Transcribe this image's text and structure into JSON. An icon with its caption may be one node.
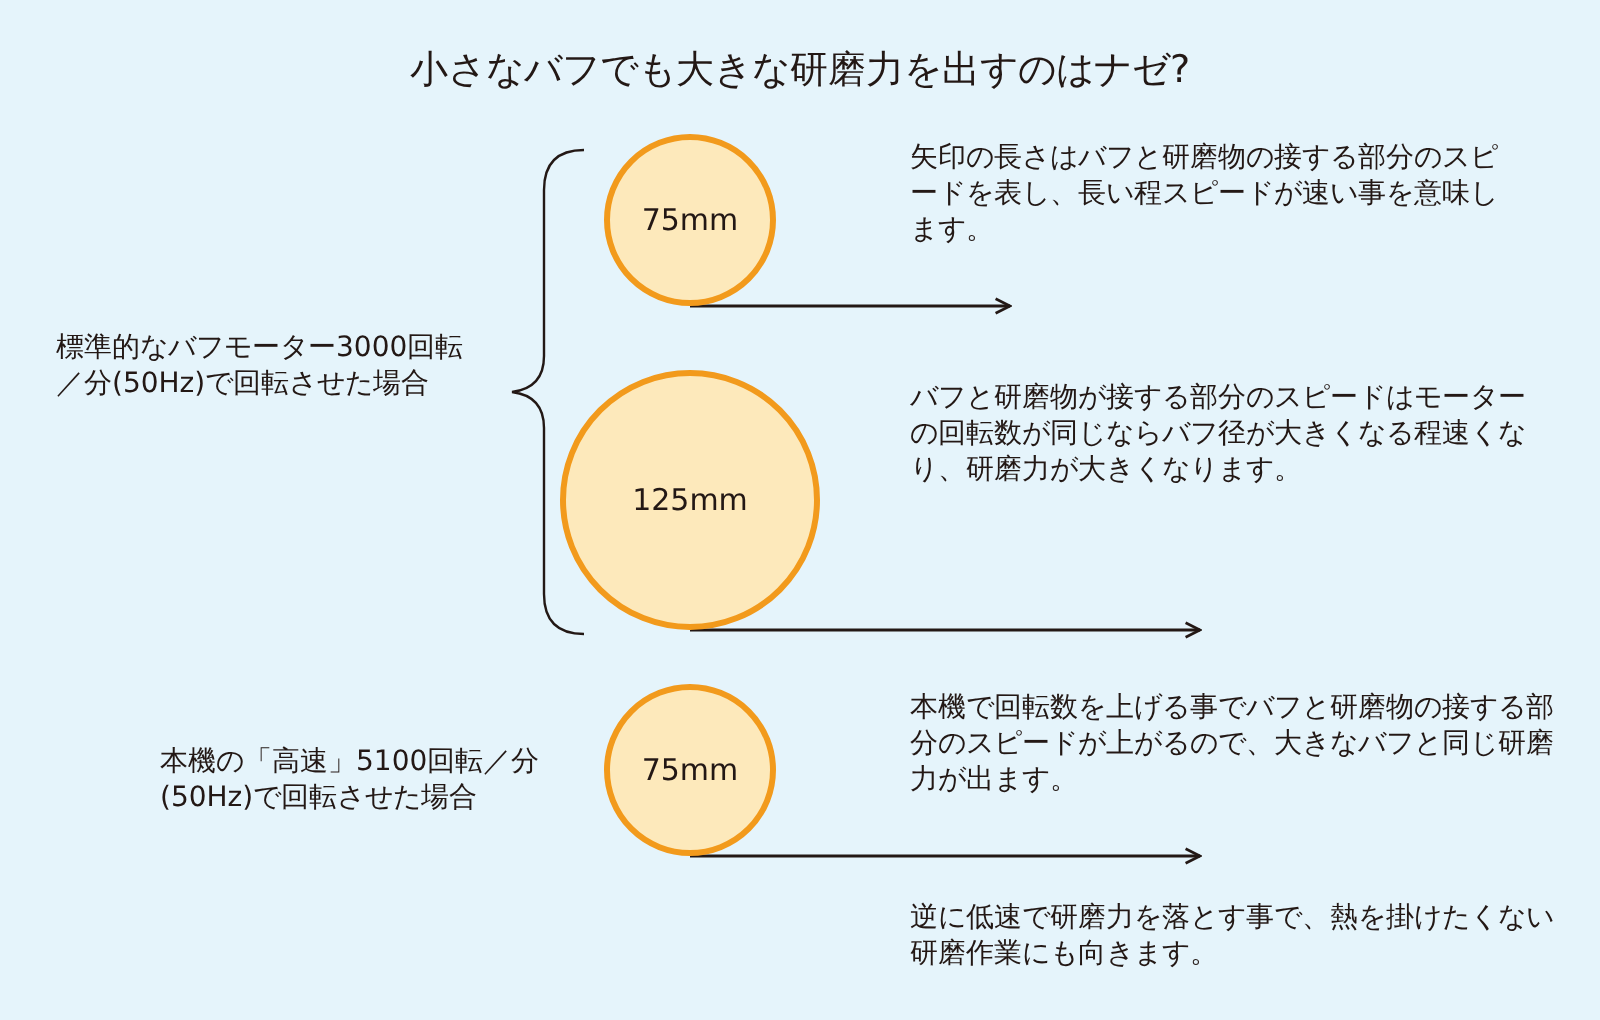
{
  "diagram": {
    "title": "小さなバフでも大きな研磨力を出すのはナゼ?",
    "nodes": [
      {
        "text": [
          "75mm"
        ]
      },
      {
        "text": [
          "125mm"
        ]
      },
      {
        "text": [
          "75mm"
        ]
      }
    ],
    "edges": [
      {
        "from": 0,
        "to": null,
        "arrow": "to"
      },
      {
        "from": 1,
        "to": null,
        "arrow": "to"
      },
      {
        "from": 2,
        "to": null,
        "arrow": "to"
      }
    ],
    "labels": [
      "矢印の長さはバフと研磨物の接する部分のスピードを表し、長い程スピードが速い事を意味します。",
      "標準的なバフモーター3000回転／分(50Hz)で回転させた場合",
      "バフと研磨物が接する部分のスピードはモーターの回転数が同じならバフ径が大きくなる程速くなり、研磨力が大きくなります。",
      "本機の「高速」5100回転／分(50Hz)で回転させた場合",
      "本機で回転数を上げる事でバフと研磨物の接する部分のスピードが上がるので、大きなバフと同じ研磨力が出ます。",
      "逆に低速で研磨力を落とす事で、熱を掛けたくない研磨作業にも向きます。"
    ]
  }
}
